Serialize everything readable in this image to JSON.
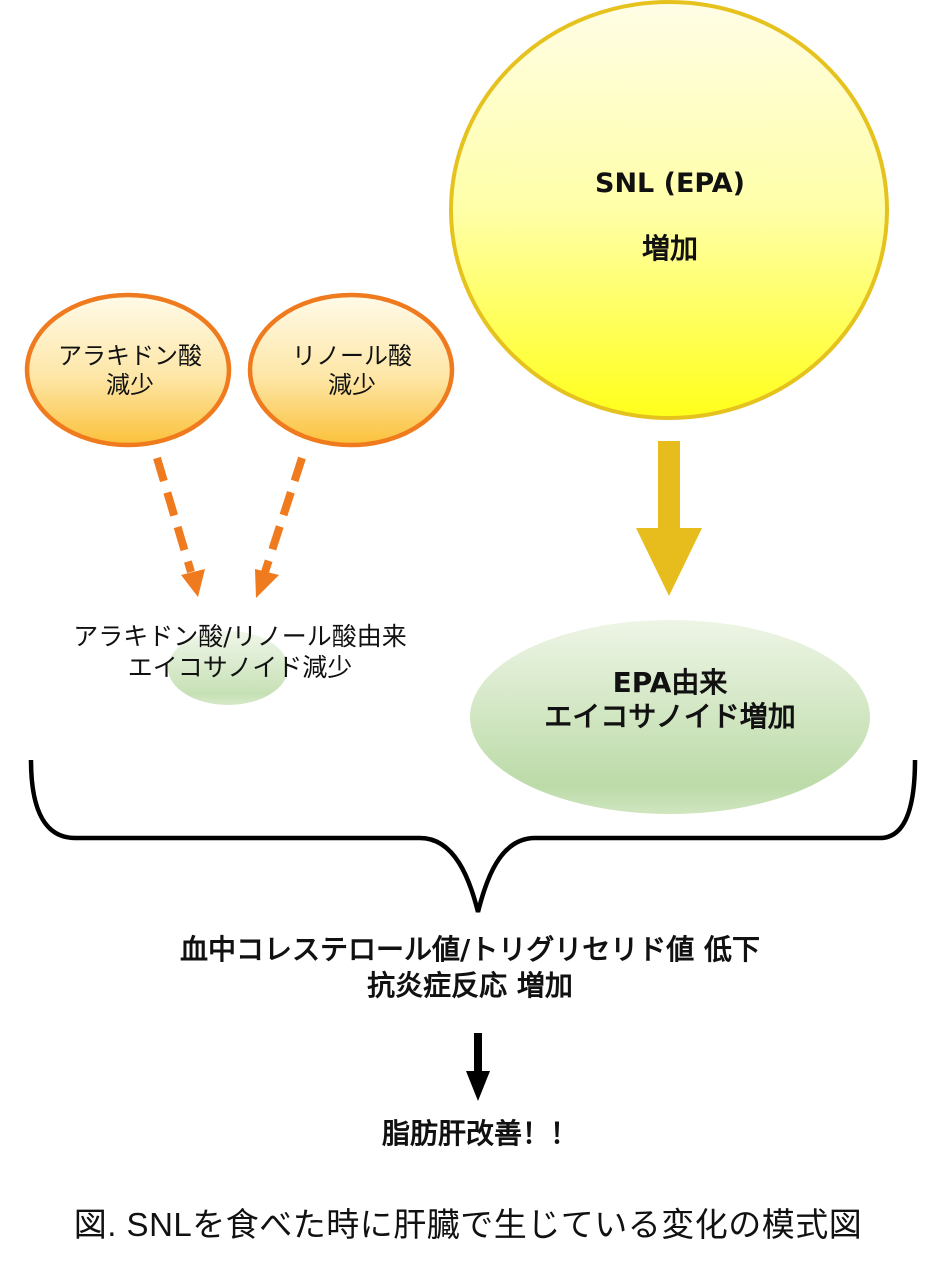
{
  "diagram": {
    "colors": {
      "orange_stroke": "#f07a1e",
      "orange_fill_top": "#fffbe9",
      "orange_fill_bottom": "#fbc13a",
      "yellow_stroke": "#e6c21e",
      "yellow_fill_top": "#fffde6",
      "yellow_fill_bottom": "#ffff1a",
      "gold_arrow": "#e6bd1c",
      "green_fill_top": "#eef5e6",
      "green_fill_bottom": "#bcdba8",
      "brace": "#000000",
      "text": "#111111"
    },
    "nodes": {
      "snl": {
        "line1": "SNL (EPA)",
        "line2": "増加"
      },
      "arachidonic": {
        "line1": "アラキドン酸",
        "line2": "減少"
      },
      "linoleic": {
        "line1": "リノール酸",
        "line2": "減少"
      },
      "left_result": {
        "line1": "アラキドン酸/リノール酸由来",
        "line2": "エイコサノイド減少"
      },
      "epa_result": {
        "line1": "EPA由来",
        "line2": "エイコサノイド増加"
      },
      "combined": {
        "line1": "血中コレステロール値/トリグリセリド値 低下",
        "line2": "抗炎症反応 増加"
      },
      "final": {
        "text": "脂肪肝改善！！"
      }
    },
    "edges": [
      {
        "from": "arachidonic",
        "to": "left_result",
        "style": "dashed",
        "color": "orange"
      },
      {
        "from": "linoleic",
        "to": "left_result",
        "style": "dashed",
        "color": "orange"
      },
      {
        "from": "snl",
        "to": "epa_result",
        "style": "block-arrow",
        "color": "gold"
      },
      {
        "from": "left_result + epa_result",
        "to": "combined",
        "style": "brace"
      },
      {
        "from": "combined",
        "to": "final",
        "style": "solid",
        "color": "black"
      }
    ],
    "caption": "図. SNLを食べた時に肝臓で生じている変化の模式図"
  }
}
